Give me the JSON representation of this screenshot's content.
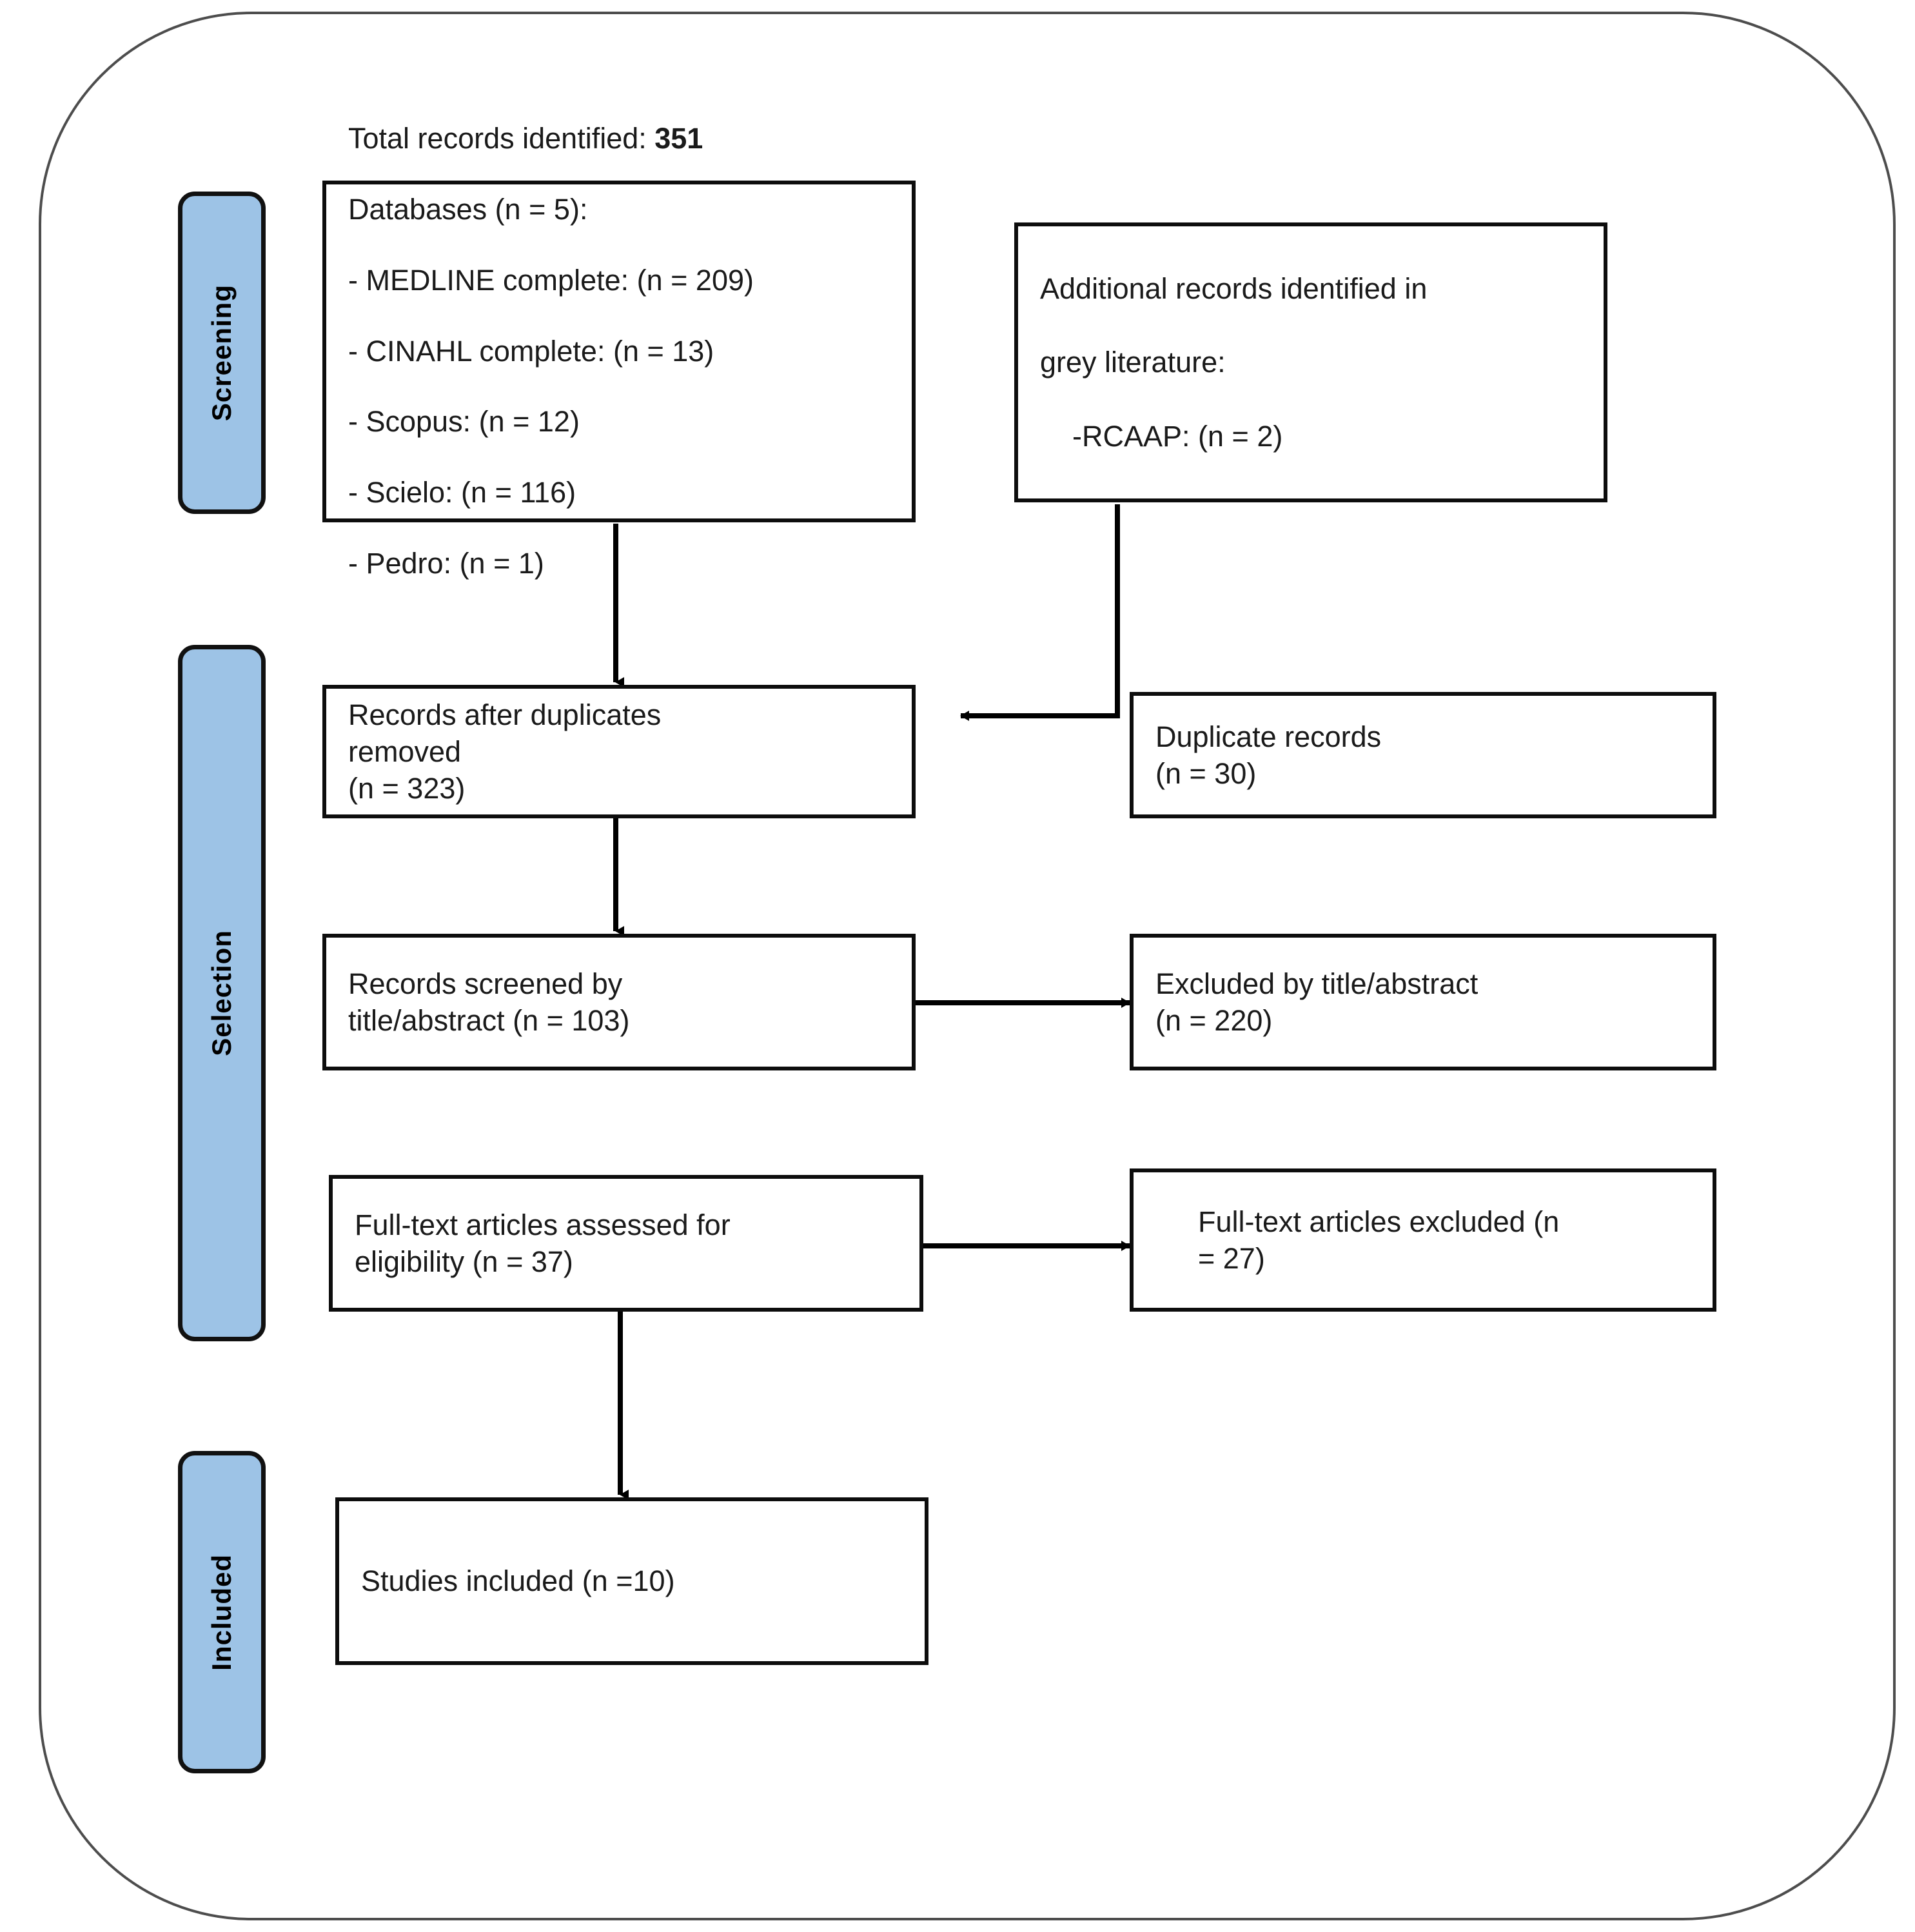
{
  "diagram": {
    "type": "prisma-flow-diagram",
    "title": "PRISMA study selection flow diagram",
    "accent_color": "#9dc3e6",
    "border_color": "#000000",
    "background_color": "#ffffff"
  },
  "stages": [
    {
      "id": "screening",
      "label": "Screening"
    },
    {
      "id": "selection",
      "label": "Selection"
    },
    {
      "id": "included",
      "label": "Included"
    }
  ],
  "boxes": {
    "identified": {
      "line1_prefix": "Total records identified: ",
      "line1_value": "351",
      "line2": "Databases (n = 5):",
      "sources": [
        "- MEDLINE complete: (n = 209)",
        "- CINAHL complete: (n = 13)",
        "- Scopus: (n = 12)",
        "- Scielo: (n = 116)",
        "- Pedro: (n = 1)"
      ]
    },
    "grey_literature": {
      "line1": "Additional records identified in",
      "line2": "grey literature:",
      "line3": "    -RCAAP: (n = 2)"
    },
    "after_duplicates": {
      "text": "Records after duplicates\nremoved\n(n = 323)"
    },
    "duplicates": {
      "text": "Duplicate records\n(n = 30)"
    },
    "screened": {
      "text": "Records screened by\ntitle/abstract (n = 103)"
    },
    "excluded_title_abstract": {
      "text": "Excluded by title/abstract\n(n = 220)"
    },
    "fulltext_assessed": {
      "text": "Full-text articles assessed for\neligibility (n = 37)"
    },
    "fulltext_excluded": {
      "text": "Full-text articles excluded (n\n= 27)"
    },
    "studies_included": {
      "text": "Studies included (n =10)"
    }
  },
  "chart_data": {
    "type": "diagram",
    "title": "PRISMA study selection flow",
    "nodes": [
      {
        "id": "identified",
        "stage": "Screening",
        "label": "Total records identified: 351",
        "n": 351
      },
      {
        "id": "medline",
        "stage": "Screening",
        "label": "MEDLINE complete",
        "n": 209
      },
      {
        "id": "cinahl",
        "stage": "Screening",
        "label": "CINAHL complete",
        "n": 13
      },
      {
        "id": "scopus",
        "stage": "Screening",
        "label": "Scopus",
        "n": 12
      },
      {
        "id": "scielo",
        "stage": "Screening",
        "label": "Scielo",
        "n": 116
      },
      {
        "id": "pedro",
        "stage": "Screening",
        "label": "Pedro",
        "n": 1
      },
      {
        "id": "grey",
        "stage": "Screening",
        "label": "RCAAP (grey literature)",
        "n": 2
      },
      {
        "id": "after_duplicates",
        "stage": "Selection",
        "label": "Records after duplicates removed",
        "n": 323
      },
      {
        "id": "duplicates",
        "stage": "Selection",
        "label": "Duplicate records",
        "n": 30
      },
      {
        "id": "screened",
        "stage": "Selection",
        "label": "Records screened by title/abstract",
        "n": 103
      },
      {
        "id": "excluded_ta",
        "stage": "Selection",
        "label": "Excluded by title/abstract",
        "n": 220
      },
      {
        "id": "fulltext",
        "stage": "Selection",
        "label": "Full-text articles assessed for eligibility",
        "n": 37
      },
      {
        "id": "fulltext_excluded",
        "stage": "Selection",
        "label": "Full-text articles excluded",
        "n": 27
      },
      {
        "id": "included",
        "stage": "Included",
        "label": "Studies included",
        "n": 10
      }
    ],
    "edges": [
      {
        "from": "identified",
        "to": "after_duplicates"
      },
      {
        "from": "grey",
        "to": "after_duplicates"
      },
      {
        "from": "after_duplicates",
        "to": "screened"
      },
      {
        "from": "screened",
        "to": "excluded_ta"
      },
      {
        "from": "fulltext",
        "to": "fulltext_excluded"
      },
      {
        "from": "fulltext",
        "to": "included"
      }
    ]
  }
}
